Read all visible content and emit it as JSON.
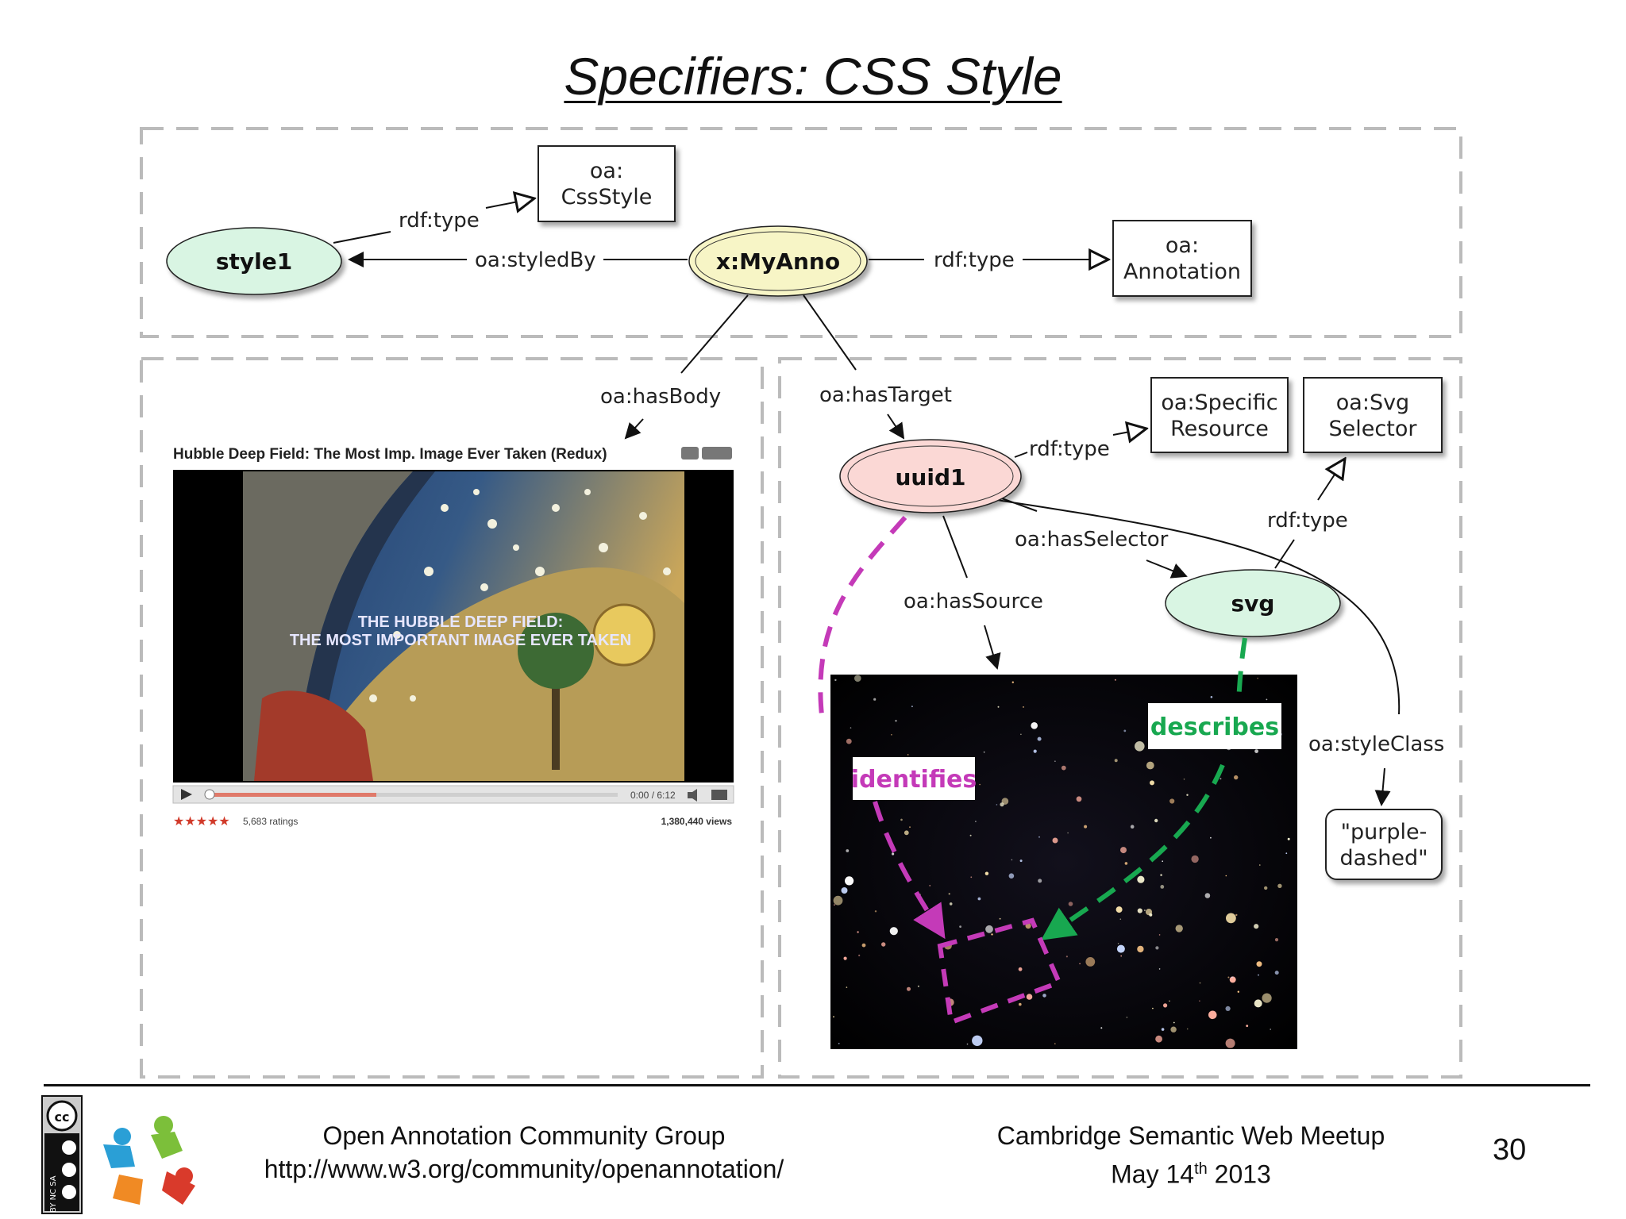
{
  "slide": {
    "title": "Specifiers: CSS Style",
    "page_number": "30"
  },
  "nodes": {
    "style1": "style1",
    "myanno": "x:MyAnno",
    "uuid1": "uuid1",
    "svg": "svg",
    "cssstyle_line1": "oa:",
    "cssstyle_line2": "CssStyle",
    "annotation_line1": "oa:",
    "annotation_line2": "Annotation",
    "specific_line1": "oa:Specific",
    "specific_line2": "Resource",
    "svgsel_line1": "oa:Svg",
    "svgsel_line2": "Selector",
    "purple_line1": "\"purple-",
    "purple_line2": "dashed\""
  },
  "edges": {
    "rdftype_style": "rdf:type",
    "styledby": "oa:styledBy",
    "rdftype_anno": "rdf:type",
    "hasbody": "oa:hasBody",
    "hastarget": "oa:hasTarget",
    "rdftype_uuid": "rdf:type",
    "rdftype_svg": "rdf:type",
    "hasselector": "oa:hasSelector",
    "hassource": "oa:hasSource",
    "styleclass": "oa:styleClass",
    "identifies": "identifies",
    "describes": "describes"
  },
  "video": {
    "title": "Hubble Deep Field: The Most Imp. Image Ever Taken (Redux)",
    "overlay_line1": "THE HUBBLE DEEP FIELD:",
    "overlay_line2": "THE MOST IMPORTANT IMAGE EVER TAKEN",
    "time": "0:00 / 6:12",
    "ratings": "5,683 ratings",
    "views": "1,380,440 views"
  },
  "footer": {
    "org_name": "Open Annotation Community Group",
    "org_url": "http://www.w3.org/community/openannotation/",
    "event_name": "Cambridge Semantic Web Meetup",
    "date_month_day": "May 14",
    "date_suffix": "th",
    "date_year": " 2013"
  },
  "license": {
    "badge_text": "BY NC SA"
  },
  "colors": {
    "node_green": "#d9f5e3",
    "node_yellow": "#f7f5c6",
    "node_pink": "#fbd8d5",
    "magenta": "#c43ab8",
    "green": "#18a850"
  }
}
